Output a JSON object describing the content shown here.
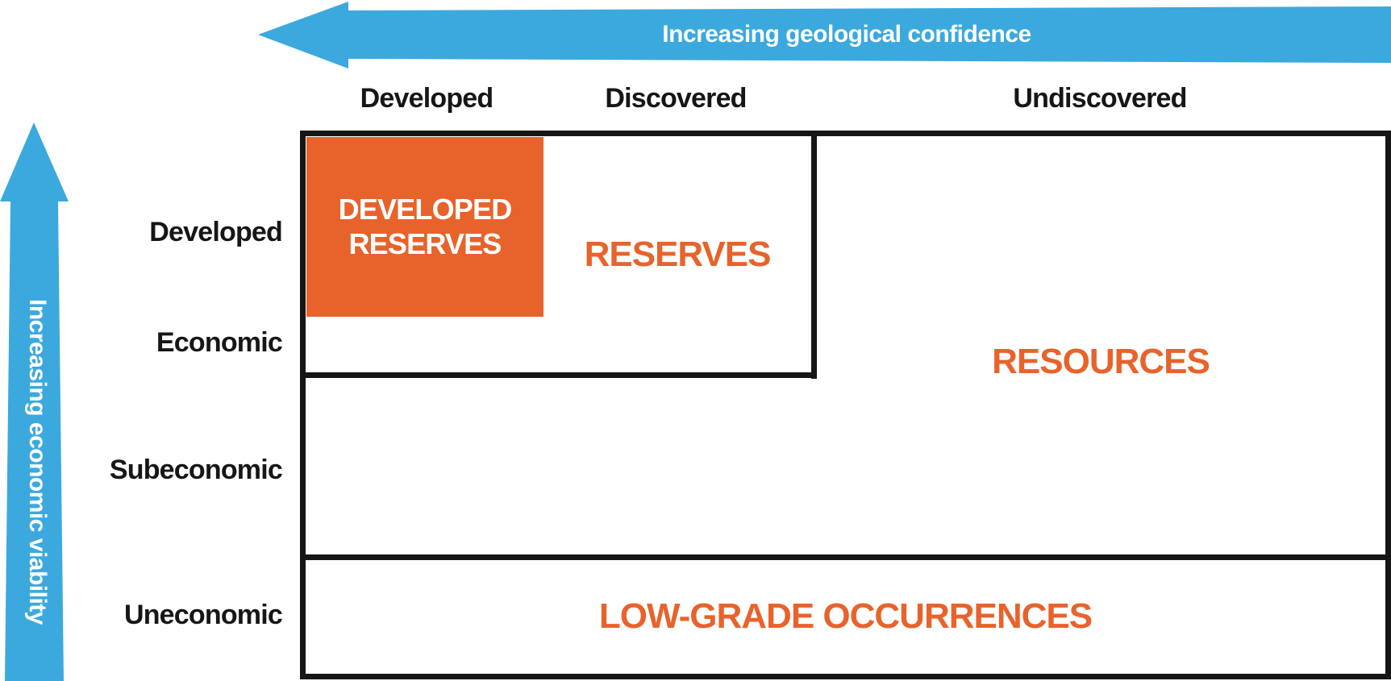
{
  "arrows": {
    "horizontal_label": "Increasing geological confidence",
    "vertical_label": "Increasing economic viability"
  },
  "column_headers": {
    "developed": "Developed",
    "discovered": "Discovered",
    "undiscovered": "Undiscovered"
  },
  "row_labels": {
    "developed": "Developed",
    "economic": "Economic",
    "subeconomic": "Subeconomic",
    "uneconomic": "Uneconomic"
  },
  "zones": {
    "developed_reserves": "DEVELOPED RESERVES",
    "reserves": "RESERVES",
    "resources": "RESOURCES",
    "low_grade": "LOW-GRADE OCCURRENCES"
  },
  "colors": {
    "blue": "#3BA9DE",
    "orange": "#E8632C",
    "black": "#161616",
    "white": "#FFFFFF"
  }
}
